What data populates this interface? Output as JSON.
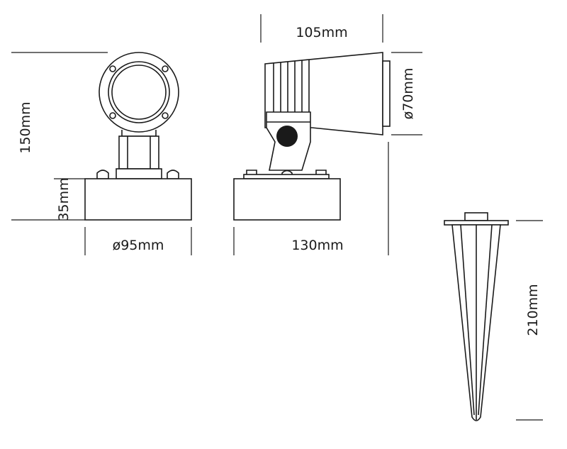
{
  "labels": {
    "overall_height": "150mm",
    "base_height": "35mm",
    "base_diameter": "ø95mm",
    "head_length": "105mm",
    "head_diameter": "ø70mm",
    "total_length": "130mm",
    "spike_length": "210mm"
  },
  "colors": {
    "line": "#1a1a1a",
    "background": "#ffffff"
  }
}
